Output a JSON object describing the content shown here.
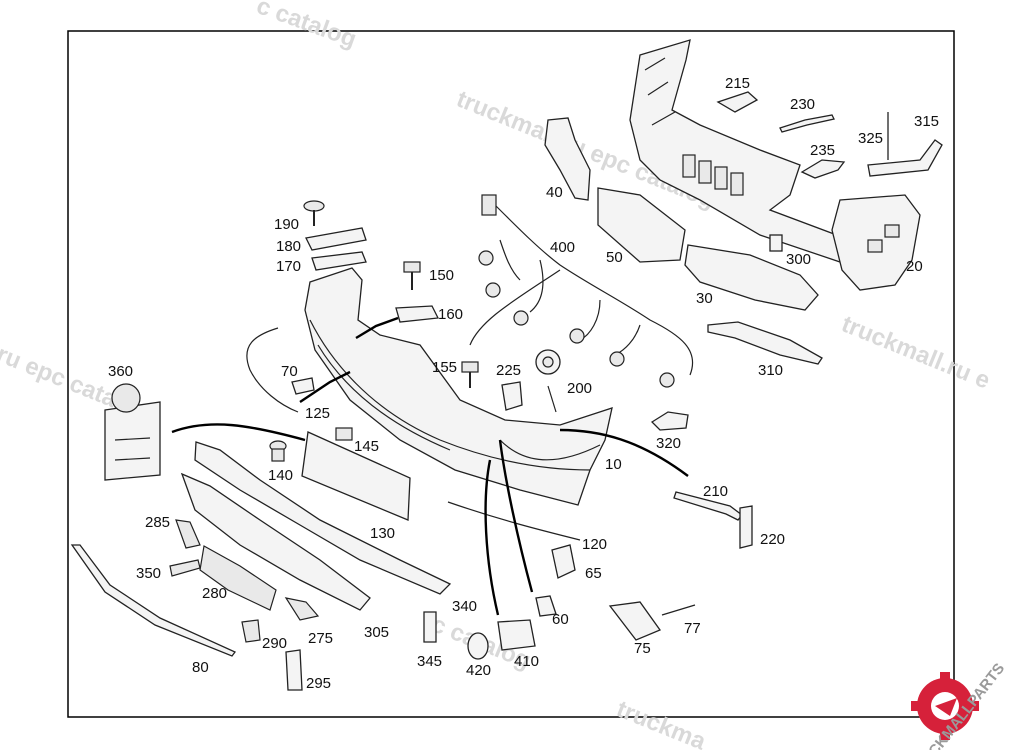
{
  "diagram": {
    "labels": {
      "l10": "10",
      "l20": "20",
      "l30": "30",
      "l40": "40",
      "l50": "50",
      "l60": "60",
      "l65": "65",
      "l70": "70",
      "l75": "75",
      "l77": "77",
      "l80": "80",
      "l120": "120",
      "l125": "125",
      "l130": "130",
      "l140": "140",
      "l145": "145",
      "l150": "150",
      "l155": "155",
      "l160": "160",
      "l170": "170",
      "l180": "180",
      "l190": "190",
      "l200": "200",
      "l210": "210",
      "l215": "215",
      "l220": "220",
      "l225": "225",
      "l230": "230",
      "l235": "235",
      "l275": "275",
      "l280": "280",
      "l285": "285",
      "l290": "290",
      "l295": "295",
      "l300": "300",
      "l305": "305",
      "l310": "310",
      "l315": "315",
      "l320": "320",
      "l325": "325",
      "l340": "340",
      "l345": "345",
      "l350": "350",
      "l360": "360",
      "l400": "400",
      "l410": "410",
      "l420": "420"
    },
    "watermarks": {
      "w1": "c catalog",
      "w2": "truckmall.ru epc catalog",
      "w3": "truckmall.ru e",
      "w4": "ru epc catalog",
      "w5": "c catalog",
      "w6": "truckma"
    },
    "logo": {
      "text": "TRUCKMALLPARTS",
      "colors": {
        "gear": "#d6213a",
        "text": "#9a9a9a"
      }
    }
  }
}
